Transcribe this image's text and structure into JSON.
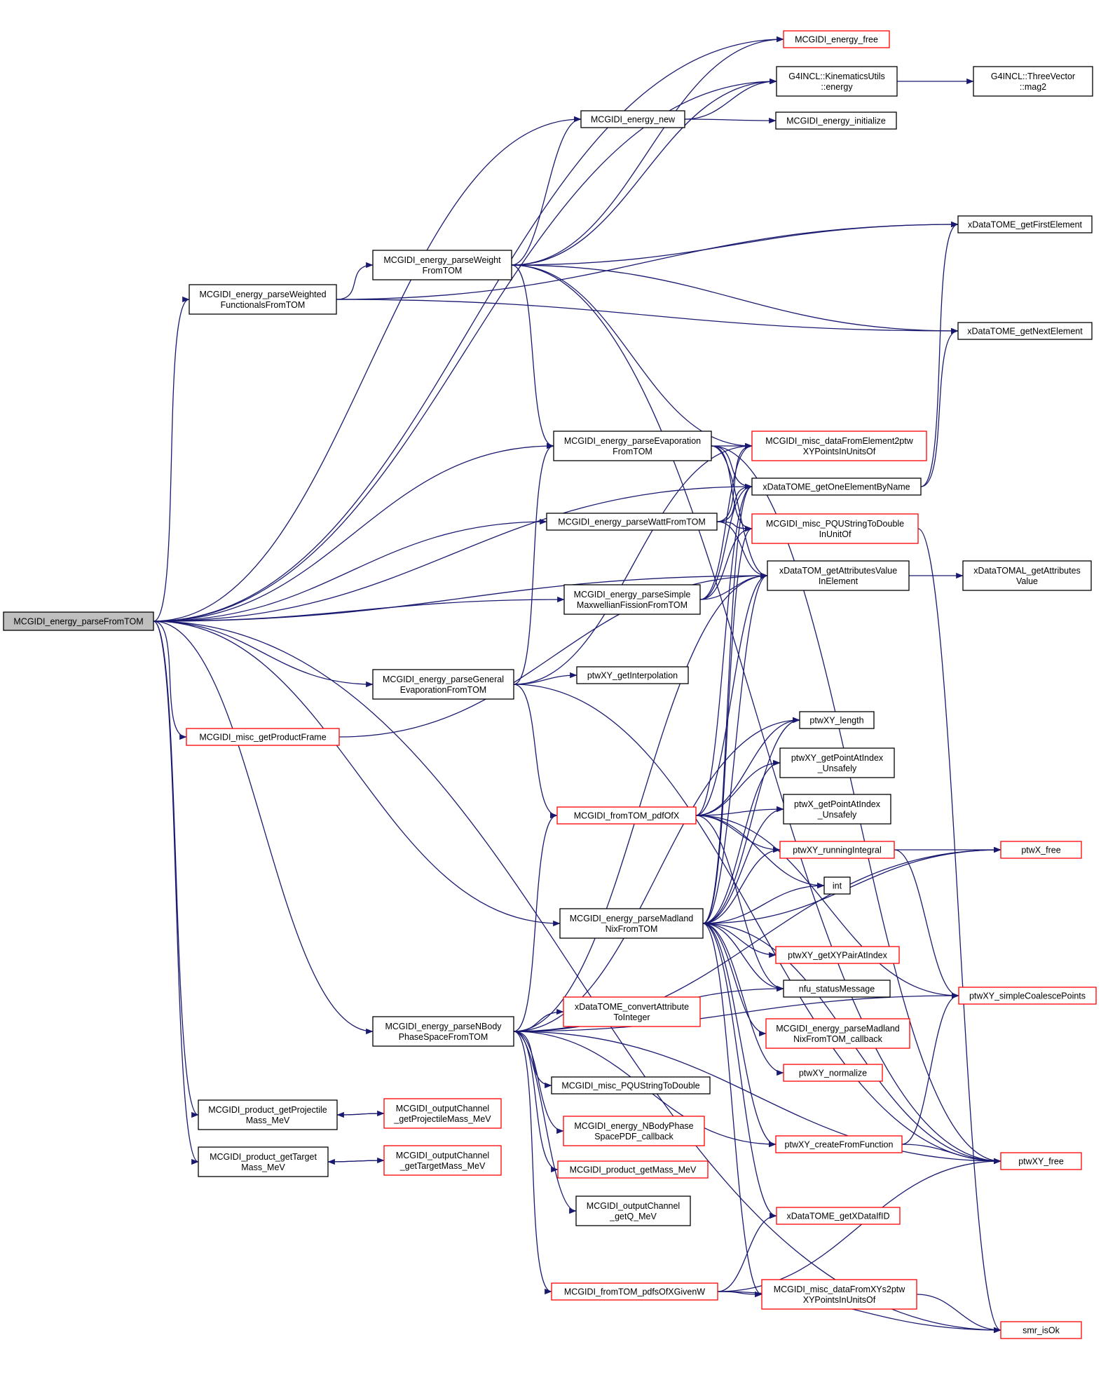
{
  "colors": {
    "edge": "#191970",
    "box_border_default": "#000000",
    "box_border_external": "#ff0000",
    "box_fill_default": "#ffffff",
    "box_fill_root": "#bfbfbf"
  },
  "nodes": [
    {
      "id": "root",
      "lines": [
        "MCGIDI_energy_parseFromTOM"
      ],
      "style": "root"
    },
    {
      "id": "energy_free",
      "lines": [
        "MCGIDI_energy_free"
      ],
      "style": "external"
    },
    {
      "id": "kin_energy",
      "lines": [
        "G4INCL::KinematicsUtils",
        "::energy"
      ],
      "style": "default"
    },
    {
      "id": "mag2",
      "lines": [
        "G4INCL::ThreeVector",
        "::mag2"
      ],
      "style": "default"
    },
    {
      "id": "energy_new",
      "lines": [
        "MCGIDI_energy_new"
      ],
      "style": "default"
    },
    {
      "id": "energy_init",
      "lines": [
        "MCGIDI_energy_initialize"
      ],
      "style": "default"
    },
    {
      "id": "first_el",
      "lines": [
        "xDataTOME_getFirstElement"
      ],
      "style": "default"
    },
    {
      "id": "parse_weight",
      "lines": [
        "MCGIDI_energy_parseWeight",
        "FromTOM"
      ],
      "style": "default"
    },
    {
      "id": "parse_weighted",
      "lines": [
        "MCGIDI_energy_parseWeighted",
        "FunctionalsFromTOM"
      ],
      "style": "default"
    },
    {
      "id": "next_el",
      "lines": [
        "xDataTOME_getNextElement"
      ],
      "style": "default"
    },
    {
      "id": "parse_evap",
      "lines": [
        "MCGIDI_energy_parseEvaporation",
        "FromTOM"
      ],
      "style": "default"
    },
    {
      "id": "misc_data2ptw",
      "lines": [
        "MCGIDI_misc_dataFromElement2ptw",
        "XYPointsInUnitsOf"
      ],
      "style": "external"
    },
    {
      "id": "one_el_name",
      "lines": [
        "xDataTOME_getOneElementByName"
      ],
      "style": "default"
    },
    {
      "id": "parse_watt",
      "lines": [
        "MCGIDI_energy_parseWattFromTOM"
      ],
      "style": "default"
    },
    {
      "id": "pqu_double_unit",
      "lines": [
        "MCGIDI_misc_PQUStringToDouble",
        "InUnitOf"
      ],
      "style": "external"
    },
    {
      "id": "attr_value",
      "lines": [
        "xDataTOM_getAttributesValue",
        "InElement"
      ],
      "style": "default"
    },
    {
      "id": "attrs_value",
      "lines": [
        "xDataTOMAL_getAttributes",
        "Value"
      ],
      "style": "default"
    },
    {
      "id": "parse_simple",
      "lines": [
        "MCGIDI_energy_parseSimple",
        "MaxwellianFissionFromTOM"
      ],
      "style": "default"
    },
    {
      "id": "parse_general",
      "lines": [
        "MCGIDI_energy_parseGeneral",
        "EvaporationFromTOM"
      ],
      "style": "default"
    },
    {
      "id": "get_interp",
      "lines": [
        "ptwXY_getInterpolation"
      ],
      "style": "default"
    },
    {
      "id": "product_frame",
      "lines": [
        "MCGIDI_misc_getProductFrame"
      ],
      "style": "external"
    },
    {
      "id": "ptwxy_length",
      "lines": [
        "ptwXY_length"
      ],
      "style": "default"
    },
    {
      "id": "ptwxy_point",
      "lines": [
        "ptwXY_getPointAtIndex",
        "_Unsafely"
      ],
      "style": "default"
    },
    {
      "id": "ptwx_point",
      "lines": [
        "ptwX_getPointAtIndex",
        "_Unsafely"
      ],
      "style": "default"
    },
    {
      "id": "from_pdfofx",
      "lines": [
        "MCGIDI_fromTOM_pdfOfX"
      ],
      "style": "external"
    },
    {
      "id": "running_int",
      "lines": [
        "ptwXY_runningIntegral"
      ],
      "style": "external"
    },
    {
      "id": "ptwx_free",
      "lines": [
        "ptwX_free"
      ],
      "style": "external"
    },
    {
      "id": "int",
      "lines": [
        "int"
      ],
      "style": "default"
    },
    {
      "id": "parse_madland",
      "lines": [
        "MCGIDI_energy_parseMadland",
        "NixFromTOM"
      ],
      "style": "default"
    },
    {
      "id": "xy_pair",
      "lines": [
        "ptwXY_getXYPairAtIndex"
      ],
      "style": "external"
    },
    {
      "id": "nfu_status",
      "lines": [
        "nfu_statusMessage"
      ],
      "style": "default"
    },
    {
      "id": "simple_coalesce",
      "lines": [
        "ptwXY_simpleCoalescePoints"
      ],
      "style": "external"
    },
    {
      "id": "parse_nbody",
      "lines": [
        "MCGIDI_energy_parseNBody",
        "PhaseSpaceFromTOM"
      ],
      "style": "default"
    },
    {
      "id": "convert_attr",
      "lines": [
        "xDataTOME_convertAttribute",
        "ToInteger"
      ],
      "style": "external"
    },
    {
      "id": "madland_cb",
      "lines": [
        "MCGIDI_energy_parseMadland",
        "NixFromTOM_callback"
      ],
      "style": "external"
    },
    {
      "id": "normalize",
      "lines": [
        "ptwXY_normalize"
      ],
      "style": "external"
    },
    {
      "id": "pqu_double",
      "lines": [
        "MCGIDI_misc_PQUStringToDouble"
      ],
      "style": "default"
    },
    {
      "id": "proj_mass",
      "lines": [
        "MCGIDI_product_getProjectile",
        "Mass_MeV"
      ],
      "style": "default"
    },
    {
      "id": "oc_proj_mass",
      "lines": [
        "MCGIDI_outputChannel",
        "_getProjectileMass_MeV"
      ],
      "style": "external"
    },
    {
      "id": "nbody_cb",
      "lines": [
        "MCGIDI_energy_NBodyPhase",
        "SpacePDF_callback"
      ],
      "style": "external"
    },
    {
      "id": "create_fn",
      "lines": [
        "ptwXY_createFromFunction"
      ],
      "style": "external"
    },
    {
      "id": "target_mass",
      "lines": [
        "MCGIDI_product_getTarget",
        "Mass_MeV"
      ],
      "style": "default"
    },
    {
      "id": "oc_target_mass",
      "lines": [
        "MCGIDI_outputChannel",
        "_getTargetMass_MeV"
      ],
      "style": "external"
    },
    {
      "id": "ptwxy_free",
      "lines": [
        "ptwXY_free"
      ],
      "style": "external"
    },
    {
      "id": "product_mass",
      "lines": [
        "MCGIDI_product_getMass_MeV"
      ],
      "style": "external"
    },
    {
      "id": "oc_q",
      "lines": [
        "MCGIDI_outputChannel",
        "_getQ_MeV"
      ],
      "style": "default"
    },
    {
      "id": "xdata_id",
      "lines": [
        "xDataTOME_getXDataIfID"
      ],
      "style": "external"
    },
    {
      "id": "pdfs_given_w",
      "lines": [
        "MCGIDI_fromTOM_pdfsOfXGivenW"
      ],
      "style": "external"
    },
    {
      "id": "xys2ptw",
      "lines": [
        "MCGIDI_misc_dataFromXYs2ptw",
        "XYPointsInUnitsOf"
      ],
      "style": "external"
    },
    {
      "id": "smr_isok",
      "lines": [
        "smr_isOk"
      ],
      "style": "external"
    }
  ],
  "edges": [
    [
      "root",
      "energy_free"
    ],
    [
      "root",
      "kin_energy"
    ],
    [
      "root",
      "energy_new"
    ],
    [
      "root",
      "parse_weighted"
    ],
    [
      "root",
      "parse_evap"
    ],
    [
      "root",
      "one_el_name"
    ],
    [
      "root",
      "parse_watt"
    ],
    [
      "root",
      "parse_simple"
    ],
    [
      "root",
      "attr_value"
    ],
    [
      "root",
      "parse_general"
    ],
    [
      "root",
      "product_frame"
    ],
    [
      "root",
      "parse_madland"
    ],
    [
      "root",
      "parse_nbody"
    ],
    [
      "root",
      "proj_mass"
    ],
    [
      "root",
      "target_mass"
    ],
    [
      "root",
      "smr_isok"
    ],
    [
      "energy_new",
      "kin_energy"
    ],
    [
      "energy_new",
      "energy_init"
    ],
    [
      "kin_energy",
      "mag2"
    ],
    [
      "parse_weighted",
      "parse_weight"
    ],
    [
      "parse_weighted",
      "first_el"
    ],
    [
      "parse_weighted",
      "next_el"
    ],
    [
      "parse_weight",
      "energy_free"
    ],
    [
      "parse_weight",
      "energy_new"
    ],
    [
      "parse_weight",
      "kin_energy"
    ],
    [
      "parse_weight",
      "first_el"
    ],
    [
      "parse_weight",
      "next_el"
    ],
    [
      "parse_weight",
      "parse_evap"
    ],
    [
      "parse_weight",
      "misc_data2ptw"
    ],
    [
      "parse_weight",
      "ptwxy_free"
    ],
    [
      "parse_evap",
      "misc_data2ptw"
    ],
    [
      "parse_evap",
      "one_el_name"
    ],
    [
      "parse_evap",
      "pqu_double_unit"
    ],
    [
      "parse_evap",
      "attr_value"
    ],
    [
      "parse_evap",
      "ptwxy_free"
    ],
    [
      "one_el_name",
      "first_el"
    ],
    [
      "one_el_name",
      "next_el"
    ],
    [
      "parse_watt",
      "one_el_name"
    ],
    [
      "parse_watt",
      "pqu_double_unit"
    ],
    [
      "parse_watt",
      "attr_value"
    ],
    [
      "parse_watt",
      "misc_data2ptw"
    ],
    [
      "attr_value",
      "attrs_value"
    ],
    [
      "pqu_double_unit",
      "smr_isok"
    ],
    [
      "parse_simple",
      "misc_data2ptw"
    ],
    [
      "parse_simple",
      "one_el_name"
    ],
    [
      "parse_simple",
      "pqu_double_unit"
    ],
    [
      "parse_simple",
      "attr_value"
    ],
    [
      "parse_general",
      "parse_evap"
    ],
    [
      "parse_general",
      "get_interp"
    ],
    [
      "parse_general",
      "misc_data2ptw"
    ],
    [
      "parse_general",
      "from_pdfofx"
    ],
    [
      "parse_general",
      "ptwxy_free"
    ],
    [
      "product_frame",
      "attr_value"
    ],
    [
      "from_pdfofx",
      "ptwxy_length"
    ],
    [
      "from_pdfofx",
      "ptwxy_point"
    ],
    [
      "from_pdfofx",
      "ptwx_point"
    ],
    [
      "from_pdfofx",
      "running_int"
    ],
    [
      "from_pdfofx",
      "int"
    ],
    [
      "from_pdfofx",
      "nfu_status"
    ],
    [
      "from_pdfofx",
      "one_el_name"
    ],
    [
      "from_pdfofx",
      "attr_value"
    ],
    [
      "from_pdfofx",
      "simple_coalesce"
    ],
    [
      "running_int",
      "ptwx_free"
    ],
    [
      "running_int",
      "simple_coalesce"
    ],
    [
      "parse_madland",
      "ptwxy_length"
    ],
    [
      "parse_madland",
      "ptwxy_point"
    ],
    [
      "parse_madland",
      "ptwx_point"
    ],
    [
      "parse_madland",
      "running_int"
    ],
    [
      "parse_madland",
      "int"
    ],
    [
      "parse_madland",
      "ptwx_free"
    ],
    [
      "parse_madland",
      "xy_pair"
    ],
    [
      "parse_madland",
      "nfu_status"
    ],
    [
      "parse_madland",
      "madland_cb"
    ],
    [
      "parse_madland",
      "normalize"
    ],
    [
      "parse_madland",
      "create_fn"
    ],
    [
      "parse_madland",
      "ptwxy_free"
    ],
    [
      "parse_madland",
      "xdata_id"
    ],
    [
      "parse_madland",
      "xys2ptw"
    ],
    [
      "parse_madland",
      "one_el_name"
    ],
    [
      "parse_madland",
      "pqu_double_unit"
    ],
    [
      "parse_madland",
      "attr_value"
    ],
    [
      "parse_nbody",
      "from_pdfofx"
    ],
    [
      "parse_nbody",
      "convert_attr"
    ],
    [
      "parse_nbody",
      "pqu_double"
    ],
    [
      "parse_nbody",
      "nbody_cb"
    ],
    [
      "parse_nbody",
      "product_mass"
    ],
    [
      "parse_nbody",
      "oc_q"
    ],
    [
      "parse_nbody",
      "pdfs_given_w"
    ],
    [
      "parse_nbody",
      "create_fn"
    ],
    [
      "parse_nbody",
      "ptwxy_free"
    ],
    [
      "parse_nbody",
      "nfu_status"
    ],
    [
      "parse_nbody",
      "attr_value"
    ],
    [
      "parse_nbody",
      "ptwx_free"
    ],
    [
      "parse_nbody",
      "simple_coalesce"
    ],
    [
      "parse_nbody",
      "ptwxy_length"
    ],
    [
      "proj_mass",
      "oc_proj_mass"
    ],
    [
      "oc_proj_mass",
      "proj_mass"
    ],
    [
      "target_mass",
      "oc_target_mass"
    ],
    [
      "oc_target_mass",
      "target_mass"
    ],
    [
      "create_fn",
      "simple_coalesce"
    ],
    [
      "create_fn",
      "ptwxy_free"
    ],
    [
      "pdfs_given_w",
      "xys2ptw"
    ],
    [
      "pdfs_given_w",
      "xdata_id"
    ],
    [
      "pdfs_given_w",
      "smr_isok"
    ],
    [
      "pdfs_given_w",
      "ptwxy_free"
    ],
    [
      "xys2ptw",
      "smr_isok"
    ]
  ]
}
